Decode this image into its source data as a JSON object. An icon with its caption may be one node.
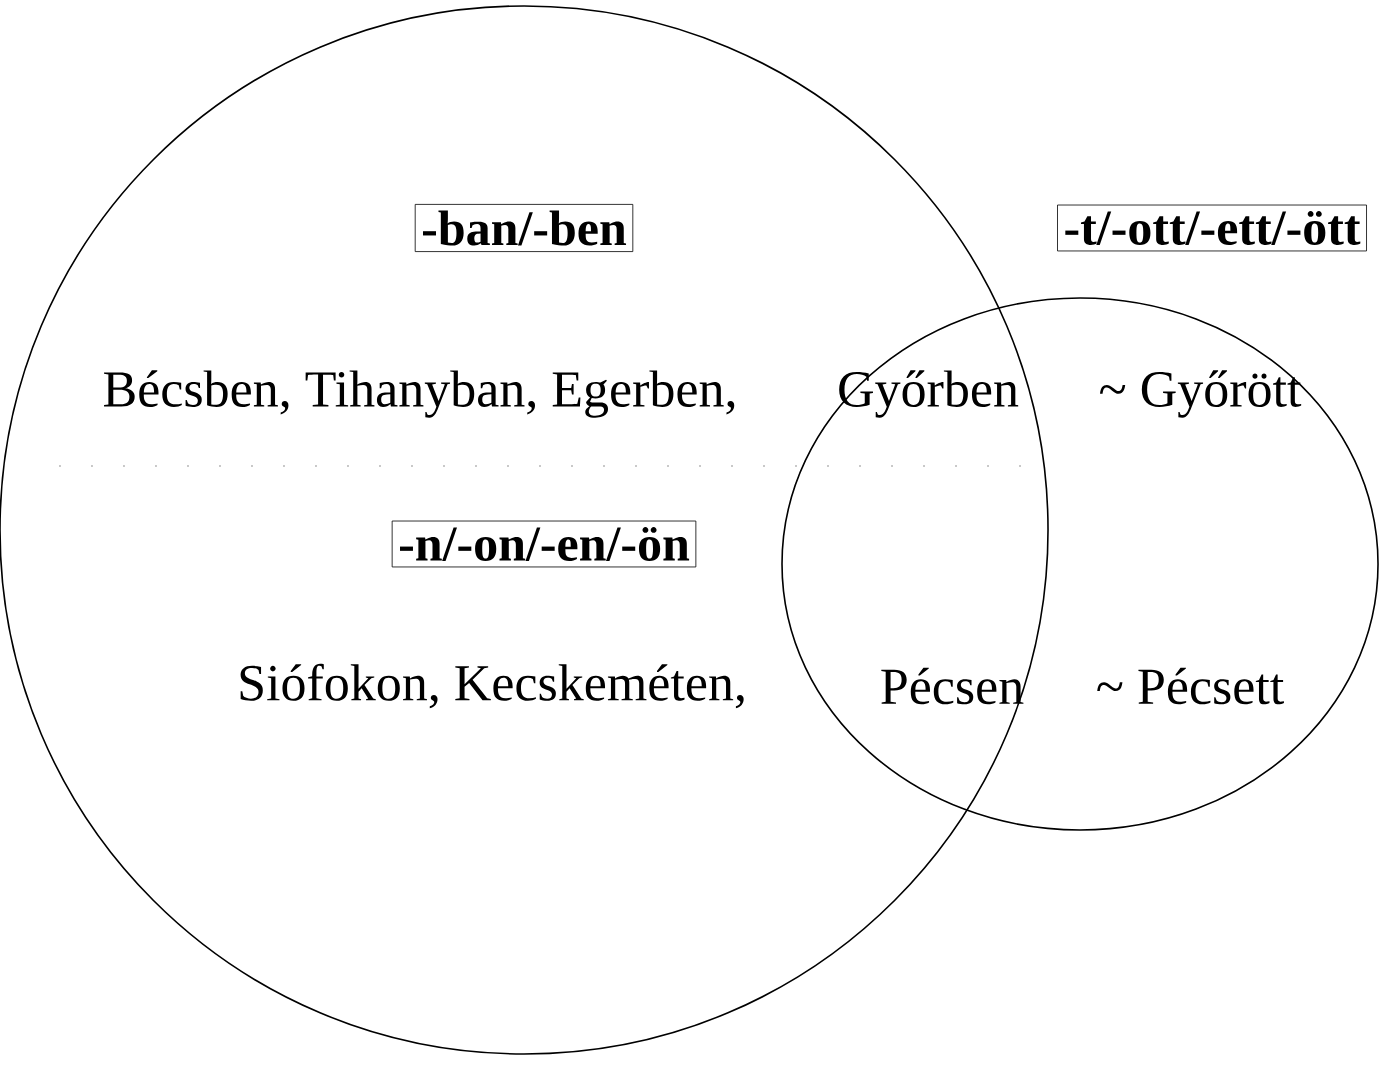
{
  "diagram": {
    "nodes": [
      {
        "text": [],
        "shape": "circle"
      },
      {
        "text": [],
        "shape": "ellipse"
      },
      {
        "text": [
          "-ban/-ben"
        ],
        "in": 0
      },
      {
        "text": [
          "-t/-ott/-ett/-ött"
        ]
      },
      {
        "text": [
          "-n/-on/-en/-ön"
        ],
        "in": 0
      }
    ],
    "labels": [
      "Bécsben, Tihanyban, Egerben,",
      "Győrben",
      "~ Győrött",
      "Siófokon, Kecskeméten,",
      "Pécsen",
      "~ Pécsett"
    ]
  }
}
